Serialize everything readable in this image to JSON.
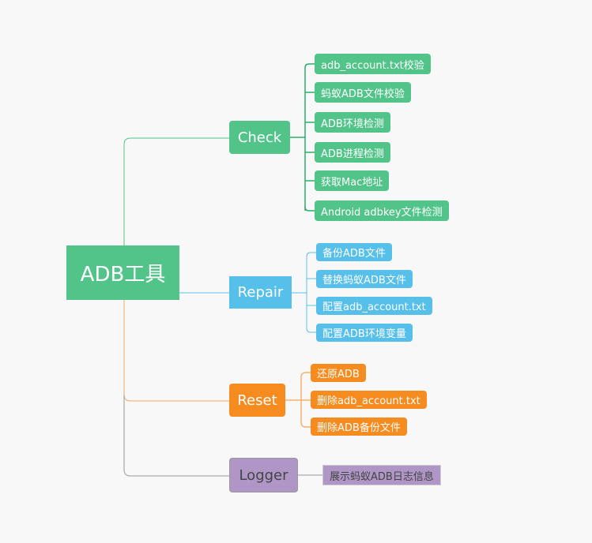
{
  "root": {
    "label": "ADB工具"
  },
  "colors": {
    "check": "#52c48a",
    "repair": "#56bfea",
    "reset": "#f68b1f",
    "logger": "#b096c7"
  },
  "branches": {
    "check": {
      "label": "Check",
      "items": [
        "adb_account.txt校验",
        "蚂蚁ADB文件校验",
        "ADB环境检测",
        "ADB进程检测",
        "获取Mac地址",
        "Android adbkey文件检测"
      ]
    },
    "repair": {
      "label": "Repair",
      "items": [
        "备份ADB文件",
        "替换蚂蚁ADB文件",
        "配置adb_account.txt",
        "配置ADB环境变量"
      ]
    },
    "reset": {
      "label": "Reset",
      "items": [
        "还原ADB",
        "删除adb_account.txt",
        "删除ADB备份文件"
      ]
    },
    "logger": {
      "label": "Logger",
      "items": [
        "展示蚂蚁ADB日志信息"
      ]
    }
  }
}
